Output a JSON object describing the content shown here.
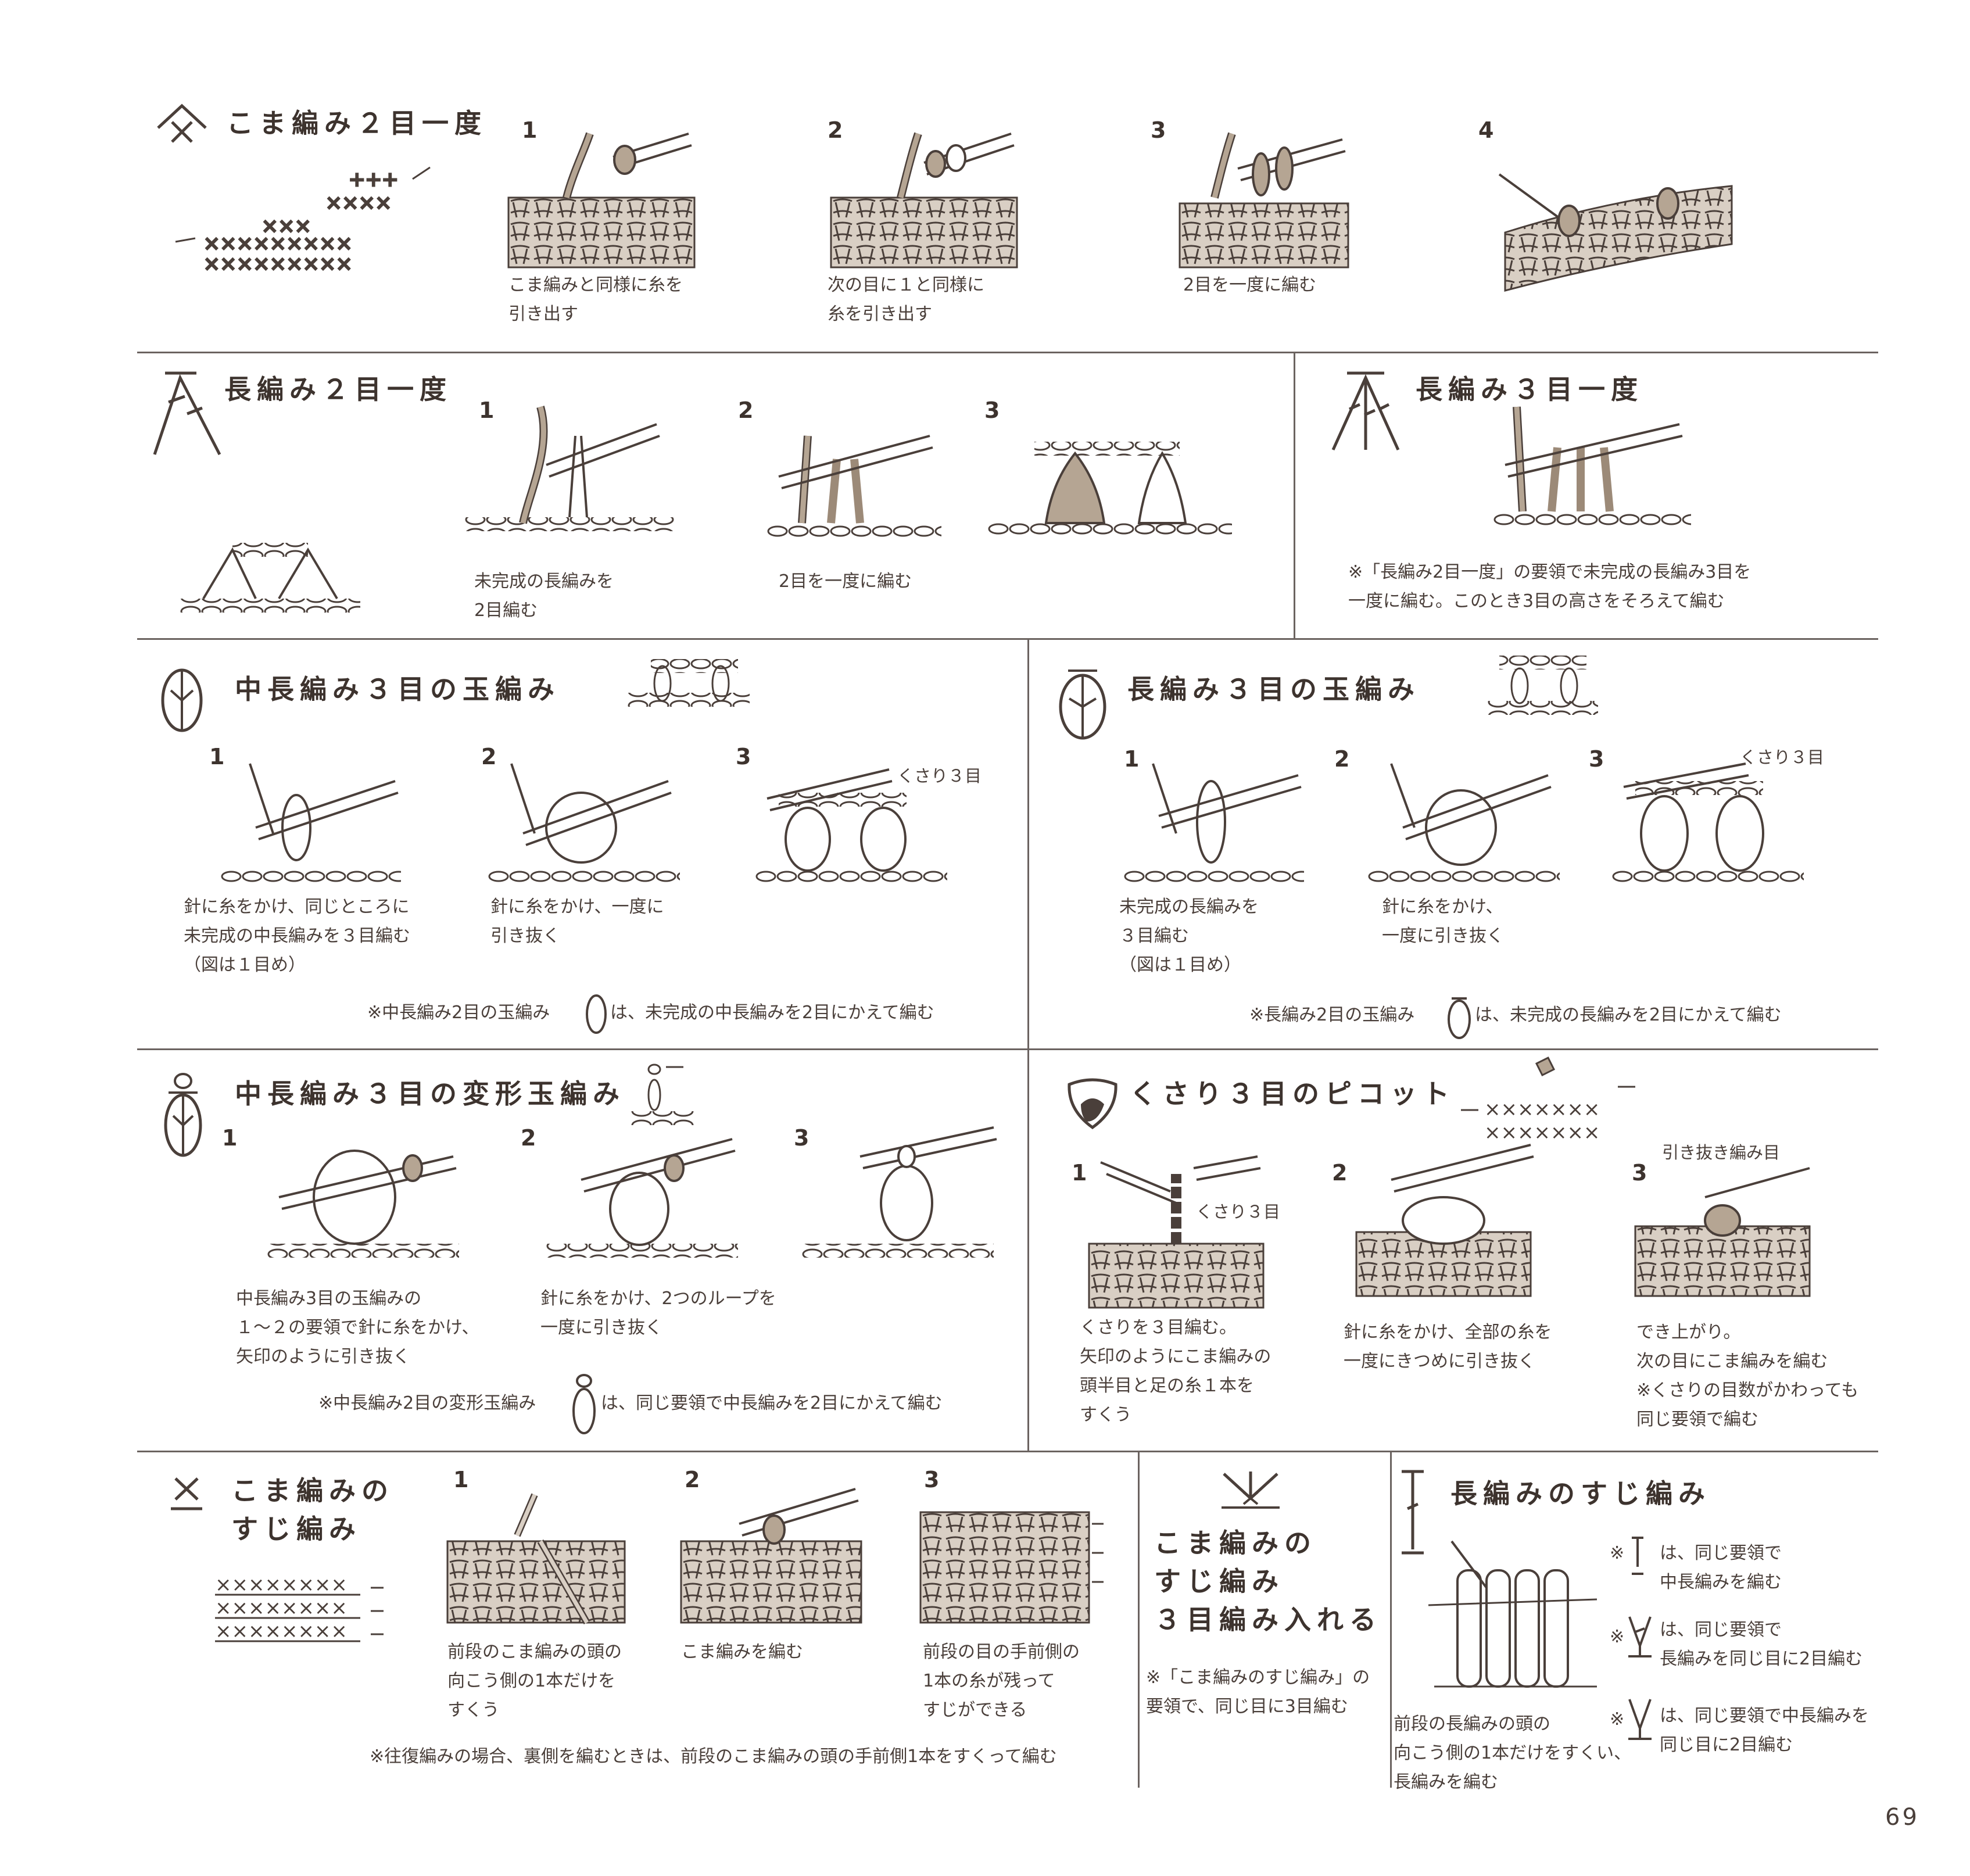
{
  "page_number": "69",
  "colors": {
    "ink": "#4a3f3a",
    "fill": "#b5a593",
    "fill_dark": "#9c8a78",
    "rule": "#6b6360"
  },
  "sections": {
    "sc2tog": {
      "title": "こま編み２目一度",
      "symbol": "sc2tog-icon",
      "steps": [
        {
          "num": "1",
          "caption": "こま編みと同様に糸を\n引き出す"
        },
        {
          "num": "2",
          "caption": "次の目に１と同様に\n糸を引き出す"
        },
        {
          "num": "3",
          "caption": "2目を一度に編む"
        },
        {
          "num": "4",
          "caption": ""
        }
      ]
    },
    "dc2tog": {
      "title": "長編み２目一度",
      "symbol": "dc2tog-icon",
      "steps": [
        {
          "num": "1",
          "caption": "未完成の長編みを\n2目編む"
        },
        {
          "num": "2",
          "caption": "2目を一度に編む"
        },
        {
          "num": "3",
          "caption": ""
        }
      ]
    },
    "dc3tog": {
      "title": "長編み３目一度",
      "symbol": "dc3tog-icon",
      "note": "※「長編み2目一度」の要領で未完成の長編み3目を\n一度に編む。このとき3目の高さをそろえて編む"
    },
    "hdc3bobble": {
      "title": "中長編み３目の玉編み",
      "symbol": "hdc-bobble-icon",
      "label": "くさり３目",
      "steps": [
        {
          "num": "1",
          "caption": "針に糸をかけ、同じところに\n未完成の中長編みを３目編む\n（図は１目め）"
        },
        {
          "num": "2",
          "caption": "針に糸をかけ、一度に\n引き抜く"
        },
        {
          "num": "3",
          "caption": ""
        }
      ],
      "note_before": "※中長編み2目の玉編み",
      "note_after": "は、未完成の中長編みを2目にかえて編む"
    },
    "dc3bobble": {
      "title": "長編み３目の玉編み",
      "symbol": "dc-bobble-icon",
      "label": "くさり３目",
      "steps": [
        {
          "num": "1",
          "caption": "未完成の長編みを\n３目編む\n（図は１目め）"
        },
        {
          "num": "2",
          "caption": "針に糸をかけ、\n一度に引き抜く"
        },
        {
          "num": "3",
          "caption": ""
        }
      ],
      "note_before": "※長編み2目の玉編み",
      "note_after": "は、未完成の長編みを2目にかえて編む"
    },
    "hdc3puff": {
      "title": "中長編み３目の変形玉編み",
      "symbol": "hdc-puff-icon",
      "steps": [
        {
          "num": "1",
          "caption": "中長編み3目の玉編みの\n１～２の要領で針に糸をかけ、\n矢印のように引き抜く"
        },
        {
          "num": "2",
          "caption": "針に糸をかけ、2つのループを\n一度に引き抜く"
        },
        {
          "num": "3",
          "caption": ""
        }
      ],
      "note_before": "※中長編み2目の変形玉編み",
      "note_after": "は、同じ要領で中長編みを2目にかえて編む"
    },
    "picot": {
      "title": "くさり３目のピコット",
      "symbol": "picot-icon",
      "label_chain": "くさり３目",
      "label_slip": "引き抜き編み目",
      "steps": [
        {
          "num": "1",
          "caption": "くさりを３目編む。\n矢印のようにこま編みの\n頭半目と足の糸１本を\nすくう"
        },
        {
          "num": "2",
          "caption": "針に糸をかけ、全部の糸を\n一度にきつめに引き抜く"
        },
        {
          "num": "3",
          "caption": "でき上がり。\n次の目にこま編みを編む\n※くさりの目数がかわっても\n同じ要領で編む"
        }
      ]
    },
    "sc_blo": {
      "title": "こま編みの\nすじ編み",
      "symbol": "sc-blo-icon",
      "steps": [
        {
          "num": "1",
          "caption": "前段のこま編みの頭の\n向こう側の1本だけを\nすくう"
        },
        {
          "num": "2",
          "caption": "こま編みを編む"
        },
        {
          "num": "3",
          "caption": "前段の目の手前側の\n1本の糸が残って\nすじができる"
        }
      ],
      "note": "※往復編みの場合、裏側を編むときは、前段のこま編みの頭の手前側1本をすくって編む"
    },
    "sc_blo_inc3": {
      "title": "こま編みの\nすじ編み\n３目編み入れる",
      "symbol": "sc-blo-inc3-icon",
      "note": "※「こま編みのすじ編み」の\n要領で、同じ目に3目編む"
    },
    "dc_blo": {
      "title": "長編みのすじ編み",
      "symbol": "dc-blo-icon",
      "caption": "前段の長編みの頭の\n向こう側の1本だけをすくい、\n長編みを編む",
      "notes": [
        {
          "mark": "※",
          "symbol": "hdc-blo-icon",
          "text": "は、同じ要領で\n中長編みを編む"
        },
        {
          "mark": "※",
          "symbol": "dc-blo-inc-icon",
          "text": "は、同じ要領で\n長編みを同じ目に2目編む"
        },
        {
          "mark": "※",
          "symbol": "hdc-blo-inc-icon",
          "text": "は、同じ要領で中長編みを\n同じ目に2目編む"
        }
      ]
    }
  }
}
